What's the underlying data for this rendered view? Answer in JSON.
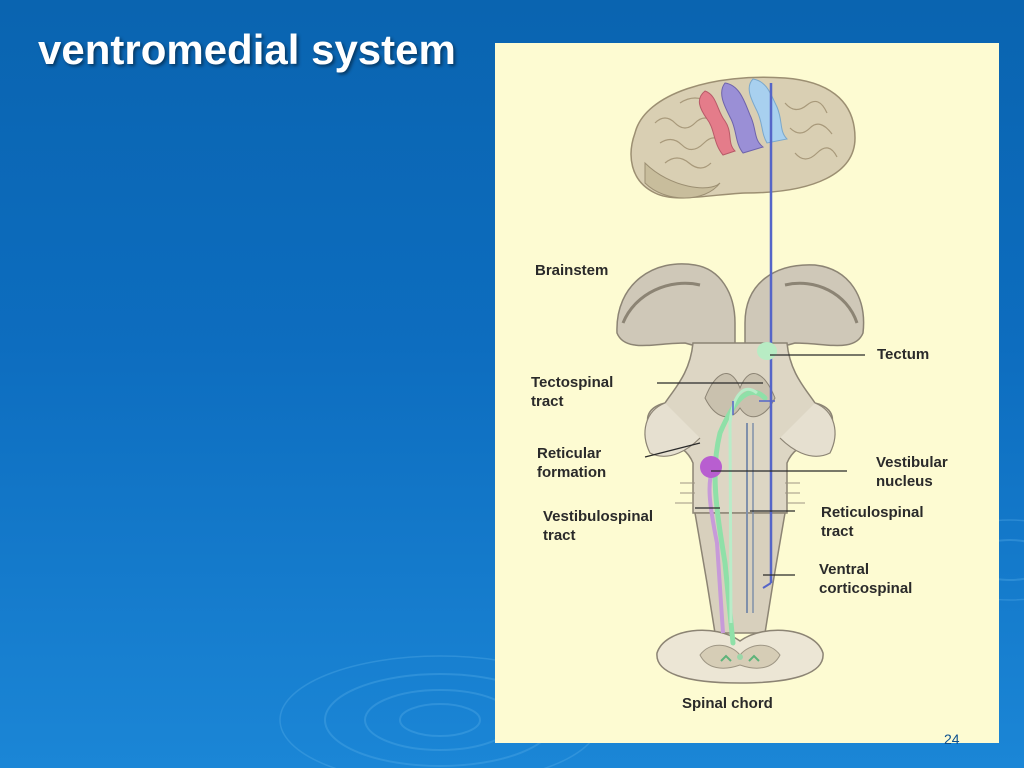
{
  "slide": {
    "title": "ventromedial system",
    "page_number": "24"
  },
  "figure": {
    "labels": {
      "brainstem": "Brainstem",
      "tectum": "Tectum",
      "tectospinal": "Tectospinal\ntract",
      "reticular_formation": "Reticular\nformation",
      "vestibular_nucleus": "Vestibular\nnucleus",
      "vestibulospinal": "Vestibulospinal\ntract",
      "reticulospinal": "Reticulospinal\ntract",
      "ventral_corticospinal": "Ventral\ncorticospinal",
      "spinal_chord": "Spinal chord"
    },
    "colors": {
      "corticospinal_tract": "#5565c8",
      "tectospinal_tract": "#8fe0a8",
      "vestibulospinal_tract": "#c79ad9",
      "reticular_nucleus": "#b85ed0",
      "motor_cortex_red": "#e47c8a",
      "motor_cortex_purple": "#9a8fd6",
      "motor_cortex_blue": "#a8d0ef"
    }
  }
}
